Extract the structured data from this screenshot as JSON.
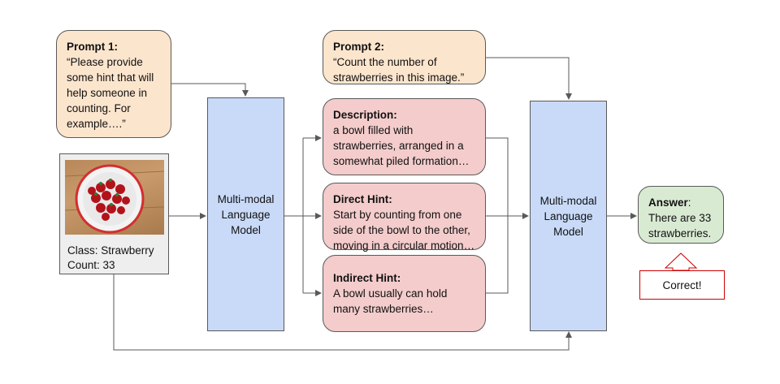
{
  "prompt1": {
    "title": "Prompt 1:",
    "lines": [
      "“Please provide",
      "some hint that will",
      "help someone in",
      "counting. For",
      "example….”"
    ]
  },
  "prompt2": {
    "title": "Prompt 2:",
    "lines": [
      "“Count the number of",
      "strawberries in this image.”"
    ]
  },
  "image_panel": {
    "class_label": "Class: Strawberry",
    "count_label": "Count: 33"
  },
  "model1": {
    "lines": [
      "Multi-modal",
      "Language",
      "Model"
    ]
  },
  "model2": {
    "lines": [
      "Multi-modal",
      "Language",
      "Model"
    ]
  },
  "description": {
    "title": "Description:",
    "lines": [
      "a bowl filled with",
      "strawberries, arranged in a",
      "somewhat piled formation…"
    ]
  },
  "direct_hint": {
    "title": "Direct Hint:",
    "lines": [
      "Start by counting from one",
      "side of the bowl to the other,",
      "moving in a circular motion…"
    ]
  },
  "indirect_hint": {
    "title": "Indirect Hint:",
    "lines": [
      "A bowl usually can hold",
      "many strawberries…"
    ]
  },
  "answer": {
    "title": "Answer",
    "title_suffix": ":",
    "lines": [
      "There are 33",
      "strawberries."
    ]
  },
  "feedback": {
    "label": "Correct!"
  },
  "colors": {
    "prompt": "#fce5cd",
    "hint": "#f4cccc",
    "model": "#c9daf8",
    "answer": "#d9ead3",
    "feedback_border": "#cc0000"
  }
}
